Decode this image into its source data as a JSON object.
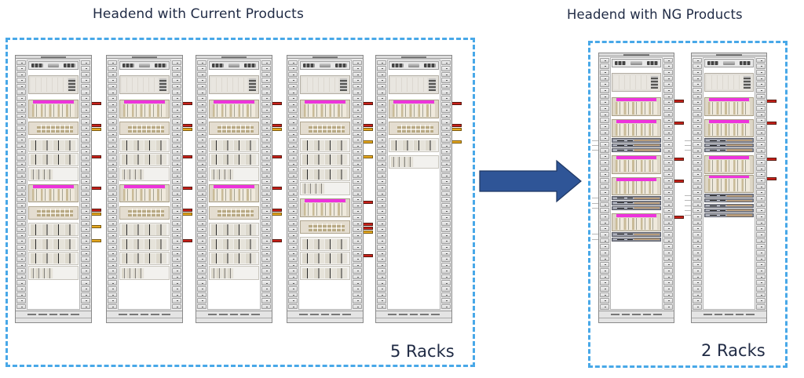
{
  "titles": {
    "current": "Headend with Current Products",
    "ng": "Headend with NG Products"
  },
  "counts": {
    "current": "5 Racks",
    "ng": "2 Racks"
  },
  "colors": {
    "box_border": "#48a8e8",
    "arrow_fill": "#2f5597",
    "arrow_stroke": "#1f3864",
    "text": "#1f2a44",
    "tag_red": "#c8201a",
    "tag_yellow": "#e6a820",
    "cmts_header": "#ee33dd"
  },
  "arrow": {
    "icon": "right-arrow-icon",
    "meaning": "transition from current to NG products"
  },
  "groups": [
    {
      "id": "current",
      "rack_count": 5,
      "racks": [
        {
          "modules": [
            {
              "type": "chassis-top",
              "u": 2
            },
            {
              "type": "gap",
              "u": 1
            },
            {
              "type": "switch",
              "u": 4
            },
            {
              "type": "gap",
              "u": 1
            },
            {
              "type": "cmts",
              "u": 4,
              "tags": [
                "red"
              ]
            },
            {
              "type": "gap",
              "u": 0.5
            },
            {
              "type": "patch",
              "u": 3,
              "tags": [
                "red",
                "yellow"
              ]
            },
            {
              "type": "gap",
              "u": 0.5
            },
            {
              "type": "nodes",
              "u": 3
            },
            {
              "type": "nodes",
              "u": 3,
              "tags": [
                "red"
              ]
            },
            {
              "type": "nodes-half",
              "u": 3
            },
            {
              "type": "gap",
              "u": 0.5
            },
            {
              "type": "cmts",
              "u": 4,
              "tags": [
                "red"
              ]
            },
            {
              "type": "gap",
              "u": 0.5
            },
            {
              "type": "patch",
              "u": 3,
              "tags": [
                "red",
                "yellow"
              ]
            },
            {
              "type": "gap",
              "u": 0.5
            },
            {
              "type": "nodes",
              "u": 3,
              "tags": [
                "yellow"
              ]
            },
            {
              "type": "nodes",
              "u": 3,
              "tags": [
                "yellow"
              ]
            },
            {
              "type": "nodes",
              "u": 3
            },
            {
              "type": "nodes-half",
              "u": 3
            }
          ]
        },
        {
          "modules": [
            {
              "type": "chassis-top",
              "u": 2
            },
            {
              "type": "gap",
              "u": 1
            },
            {
              "type": "switch",
              "u": 4
            },
            {
              "type": "gap",
              "u": 1
            },
            {
              "type": "cmts",
              "u": 4,
              "tags": [
                "red"
              ]
            },
            {
              "type": "gap",
              "u": 0.5
            },
            {
              "type": "patch",
              "u": 3,
              "tags": [
                "red",
                "yellow"
              ]
            },
            {
              "type": "gap",
              "u": 0.5
            },
            {
              "type": "nodes",
              "u": 3
            },
            {
              "type": "nodes",
              "u": 3,
              "tags": [
                "red"
              ]
            },
            {
              "type": "nodes-half",
              "u": 3
            },
            {
              "type": "gap",
              "u": 0.5
            },
            {
              "type": "cmts",
              "u": 4,
              "tags": [
                "red"
              ]
            },
            {
              "type": "gap",
              "u": 0.5
            },
            {
              "type": "patch",
              "u": 3,
              "tags": [
                "red",
                "yellow"
              ]
            },
            {
              "type": "gap",
              "u": 0.5
            },
            {
              "type": "nodes",
              "u": 3
            },
            {
              "type": "nodes",
              "u": 3,
              "tags": [
                "red"
              ]
            },
            {
              "type": "nodes",
              "u": 3
            },
            {
              "type": "nodes-half",
              "u": 3
            }
          ]
        },
        {
          "modules": [
            {
              "type": "chassis-top",
              "u": 2
            },
            {
              "type": "gap",
              "u": 1
            },
            {
              "type": "switch",
              "u": 4
            },
            {
              "type": "gap",
              "u": 1
            },
            {
              "type": "cmts",
              "u": 4,
              "tags": [
                "red"
              ]
            },
            {
              "type": "gap",
              "u": 0.5
            },
            {
              "type": "patch",
              "u": 3,
              "tags": [
                "red",
                "yellow"
              ]
            },
            {
              "type": "gap",
              "u": 0.5
            },
            {
              "type": "nodes",
              "u": 3
            },
            {
              "type": "nodes",
              "u": 3,
              "tags": [
                "red"
              ]
            },
            {
              "type": "nodes-half",
              "u": 3
            },
            {
              "type": "gap",
              "u": 0.5
            },
            {
              "type": "cmts",
              "u": 4,
              "tags": [
                "red"
              ]
            },
            {
              "type": "gap",
              "u": 0.5
            },
            {
              "type": "patch",
              "u": 3,
              "tags": [
                "red",
                "yellow"
              ]
            },
            {
              "type": "gap",
              "u": 0.5
            },
            {
              "type": "nodes",
              "u": 3
            },
            {
              "type": "nodes",
              "u": 3,
              "tags": [
                "red"
              ]
            },
            {
              "type": "nodes",
              "u": 3
            },
            {
              "type": "nodes-half",
              "u": 3
            }
          ]
        },
        {
          "modules": [
            {
              "type": "chassis-top",
              "u": 2
            },
            {
              "type": "gap",
              "u": 1
            },
            {
              "type": "switch",
              "u": 4
            },
            {
              "type": "gap",
              "u": 1
            },
            {
              "type": "cmts",
              "u": 4,
              "tags": [
                "red"
              ]
            },
            {
              "type": "gap",
              "u": 0.5
            },
            {
              "type": "patch",
              "u": 3,
              "tags": [
                "red",
                "yellow"
              ]
            },
            {
              "type": "gap",
              "u": 0.5
            },
            {
              "type": "nodes",
              "u": 3,
              "tags": [
                "yellow"
              ]
            },
            {
              "type": "nodes",
              "u": 3,
              "tags": [
                "yellow"
              ]
            },
            {
              "type": "nodes",
              "u": 3
            },
            {
              "type": "nodes-half",
              "u": 3
            },
            {
              "type": "gap",
              "u": 0.5
            },
            {
              "type": "cmts",
              "u": 4,
              "tags": [
                "red"
              ]
            },
            {
              "type": "gap",
              "u": 0.5
            },
            {
              "type": "patch",
              "u": 3,
              "tags": [
                "red",
                "red",
                "yellow"
              ]
            },
            {
              "type": "gap",
              "u": 0.5
            },
            {
              "type": "nodes",
              "u": 3
            },
            {
              "type": "nodes",
              "u": 3,
              "tags": [
                "red"
              ]
            },
            {
              "type": "nodes",
              "u": 3
            }
          ]
        },
        {
          "modules": [
            {
              "type": "chassis-top",
              "u": 2
            },
            {
              "type": "gap",
              "u": 1
            },
            {
              "type": "switch",
              "u": 4
            },
            {
              "type": "gap",
              "u": 1
            },
            {
              "type": "cmts",
              "u": 4,
              "tags": [
                "red"
              ]
            },
            {
              "type": "gap",
              "u": 0.5
            },
            {
              "type": "patch",
              "u": 3,
              "tags": [
                "red",
                "yellow"
              ]
            },
            {
              "type": "gap",
              "u": 0.5
            },
            {
              "type": "nodes",
              "u": 3,
              "tags": [
                "yellow"
              ]
            },
            {
              "type": "gap",
              "u": 0.5
            },
            {
              "type": "nodes-half",
              "u": 3
            }
          ]
        }
      ]
    },
    {
      "id": "ng",
      "rack_count": 2,
      "racks": [
        {
          "modules": [
            {
              "type": "chassis-top",
              "u": 2
            },
            {
              "type": "gap",
              "u": 1
            },
            {
              "type": "switch",
              "u": 4
            },
            {
              "type": "gap",
              "u": 1
            },
            {
              "type": "cmts",
              "u": 4,
              "tags": [
                "red"
              ]
            },
            {
              "type": "gap",
              "u": 0.5
            },
            {
              "type": "cmts",
              "u": 4,
              "tags": [
                "red"
              ]
            },
            {
              "type": "server",
              "u": 1,
              "cable": true
            },
            {
              "type": "server",
              "u": 1,
              "cable": true
            },
            {
              "type": "server",
              "u": 1,
              "cable": true
            },
            {
              "type": "gap",
              "u": 0.5
            },
            {
              "type": "cmts",
              "u": 4,
              "tags": [
                "red"
              ]
            },
            {
              "type": "gap",
              "u": 0.5
            },
            {
              "type": "cmts",
              "u": 4,
              "tags": [
                "red"
              ]
            },
            {
              "type": "server",
              "u": 1,
              "cable": true
            },
            {
              "type": "server",
              "u": 1,
              "cable": true
            },
            {
              "type": "server",
              "u": 1,
              "cable": true
            },
            {
              "type": "gap",
              "u": 0.5
            },
            {
              "type": "cmts",
              "u": 4,
              "tags": [
                "red"
              ]
            },
            {
              "type": "server",
              "u": 1,
              "cable": true
            },
            {
              "type": "server",
              "u": 1,
              "cable": true
            }
          ]
        },
        {
          "modules": [
            {
              "type": "chassis-top",
              "u": 2
            },
            {
              "type": "gap",
              "u": 1
            },
            {
              "type": "switch",
              "u": 4
            },
            {
              "type": "gap",
              "u": 1
            },
            {
              "type": "cmts",
              "u": 4,
              "tags": [
                "red"
              ]
            },
            {
              "type": "gap",
              "u": 0.5
            },
            {
              "type": "cmts",
              "u": 4,
              "tags": [
                "red"
              ]
            },
            {
              "type": "server",
              "u": 1,
              "cable": true
            },
            {
              "type": "server",
              "u": 1,
              "cable": true
            },
            {
              "type": "server",
              "u": 1,
              "cable": true
            },
            {
              "type": "gap",
              "u": 0.5
            },
            {
              "type": "cmts",
              "u": 4,
              "tags": [
                "red"
              ]
            },
            {
              "type": "cmts",
              "u": 4,
              "tags": [
                "red"
              ]
            },
            {
              "type": "server",
              "u": 1,
              "cable": true
            },
            {
              "type": "server",
              "u": 1,
              "cable": true
            },
            {
              "type": "server",
              "u": 1,
              "cable": true
            },
            {
              "type": "server",
              "u": 1,
              "cable": true
            },
            {
              "type": "server",
              "u": 1,
              "cable": true
            }
          ]
        }
      ]
    }
  ]
}
